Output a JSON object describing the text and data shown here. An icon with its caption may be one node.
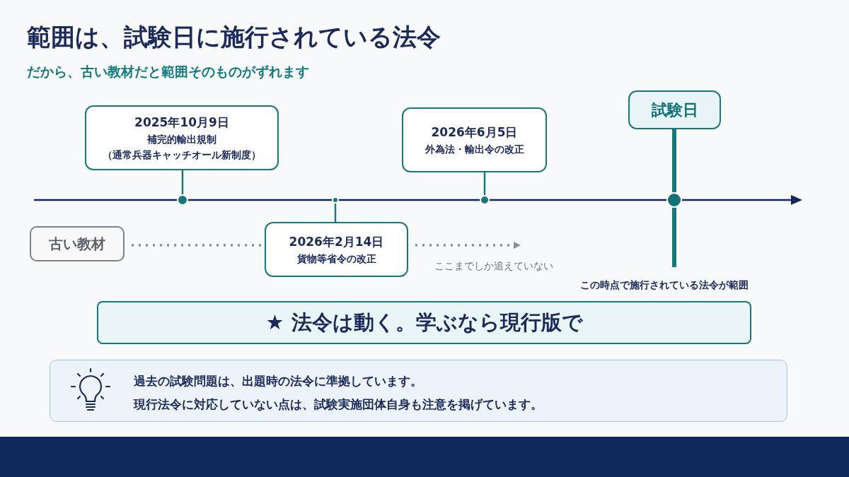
{
  "diagram": {
    "title": "範囲は、試験日に施行されている法令",
    "nodes": [
      {
        "text": [
          "2025年10月9日",
          "補完的輸出規制",
          "（通常兵器キャッチオール新制度）"
        ]
      },
      {
        "text": [],
        "shape": "circle"
      },
      {
        "text": [
          "2026年2月14日",
          "貨物等省令の改正"
        ]
      },
      {
        "text": [],
        "shape": "circle"
      },
      {
        "text": [
          "2026年6月5日",
          "外為法・輸出令の改正"
        ]
      },
      {
        "text": [],
        "shape": "circle"
      },
      {
        "text": [
          "試験日"
        ]
      },
      {
        "text": [],
        "shape": "circle"
      },
      {
        "text": [
          "古い教材"
        ]
      },
      {
        "text": [
          "★ 法令は動く。学ぶなら現行版で"
        ]
      },
      {
        "text": [
          "過去の試験問題は、出題時の法令に準拠しています。",
          "現行法令に対応していない点は、試験実施団体自身も注意を掲げています。"
        ]
      },
      {
        "text": [
          "ここまでしか追えていない"
        ]
      }
    ],
    "edges": [
      {
        "from": 0,
        "to": 1,
        "arrow": "none"
      },
      {
        "from": 3,
        "to": 2,
        "arrow": "none"
      },
      {
        "from": 4,
        "to": 5,
        "arrow": "none"
      },
      {
        "from": 6,
        "to": 7,
        "arrow": "none",
        "style": "thick"
      },
      {
        "from": 8,
        "to": 2,
        "arrow": "none",
        "style": "dashed",
        "color": "#8a8f96"
      },
      {
        "from": 2,
        "to": 11,
        "arrow": "to",
        "style": "dashed",
        "color": "#8a8f96"
      }
    ],
    "labels": [
      "だから、古い教材だと範囲そのものがずれます",
      "この時点で施行されている法令が範囲"
    ]
  }
}
